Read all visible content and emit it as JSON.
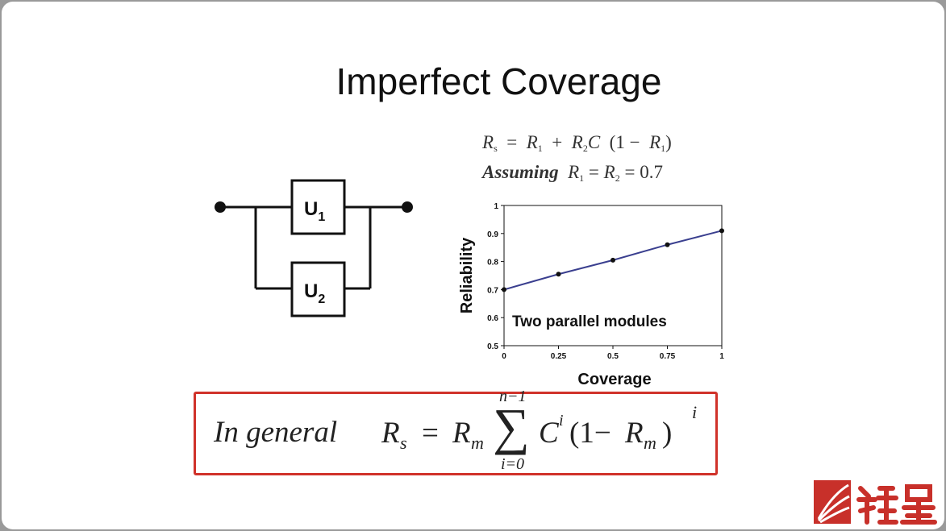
{
  "slide": {
    "title": "Imperfect Coverage"
  },
  "formulas": {
    "system": {
      "lhs_R": "R",
      "lhs_sub": "s",
      "eq": "=",
      "t1_R": "R",
      "t1_sub": "1",
      "plus": "+",
      "t2_R": "R",
      "t2_sub": "2",
      "C": "C",
      "open": "(1 −",
      "t3_R": "R",
      "t3_sub": "1",
      "close": ")"
    },
    "assumption": {
      "label": "Assuming",
      "R1": "R",
      "R1_sub": "1",
      "eq1": "=",
      "R2": "R",
      "R2_sub": "2",
      "eq2": "=",
      "value": "0.7"
    },
    "general": {
      "label": "In general",
      "Rs": "R",
      "Rs_sub": "s",
      "eq": "=",
      "Rm": "R",
      "Rm_sub": "m",
      "sigma": "∑",
      "upper": "n−1",
      "lower": "i=0",
      "C": "C",
      "C_exp": "i",
      "open": "(1−",
      "Rm2": "R",
      "Rm2_sub": "m",
      "close": ")",
      "exp": "i"
    }
  },
  "circuit": {
    "unit1": "U",
    "unit1_sub": "1",
    "unit2": "U",
    "unit2_sub": "2"
  },
  "chart_data": {
    "type": "line",
    "x": [
      0,
      0.25,
      0.5,
      0.75,
      1
    ],
    "series": [
      {
        "values": [
          0.7,
          0.755,
          0.805,
          0.86,
          0.91
        ]
      }
    ],
    "xlabel": "Coverage",
    "ylabel": "Reliability",
    "annotation": "Two parallel modules",
    "xlim": [
      0,
      1
    ],
    "ylim": [
      0.5,
      1
    ],
    "xticks": [
      "0",
      "0.25",
      "0.5",
      "0.75",
      "1"
    ],
    "yticks": [
      "0.5",
      "0.6",
      "0.7",
      "0.8",
      "0.9",
      "1"
    ],
    "grid": false,
    "colors": {
      "line": "#3a3f8f",
      "marker": "#111111"
    }
  }
}
